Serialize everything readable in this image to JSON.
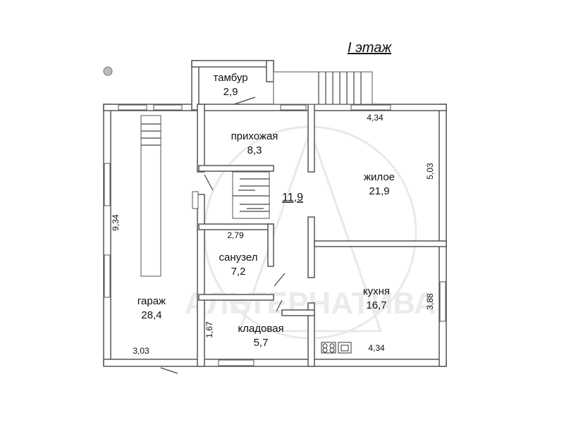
{
  "floor_title": "I этаж",
  "total_area": "11,9",
  "watermark_text": "АЛЬТЕРНАТИВА",
  "rooms": {
    "tambur": {
      "name": "тамбур",
      "area": "2,9"
    },
    "hall": {
      "name": "прихожая",
      "area": "8,3"
    },
    "living": {
      "name": "жилое",
      "area": "21,9"
    },
    "bathroom": {
      "name": "санузел",
      "area": "7,2"
    },
    "kitchen": {
      "name": "кухня",
      "area": "16,7"
    },
    "garage": {
      "name": "гараж",
      "area": "28,4"
    },
    "storage": {
      "name": "кладовая",
      "area": "5,7"
    }
  },
  "dimensions": {
    "living_width": "4,34",
    "living_height": "5,03",
    "kitchen_height": "3,88",
    "kitchen_width": "4,34",
    "garage_length": "9,34",
    "garage_width": "3,03",
    "bathroom_width": "2,79",
    "storage_height": "1,67"
  },
  "colors": {
    "wall_fill": "#ffffff",
    "wall_stroke": "#555555",
    "background": "#ffffff"
  }
}
